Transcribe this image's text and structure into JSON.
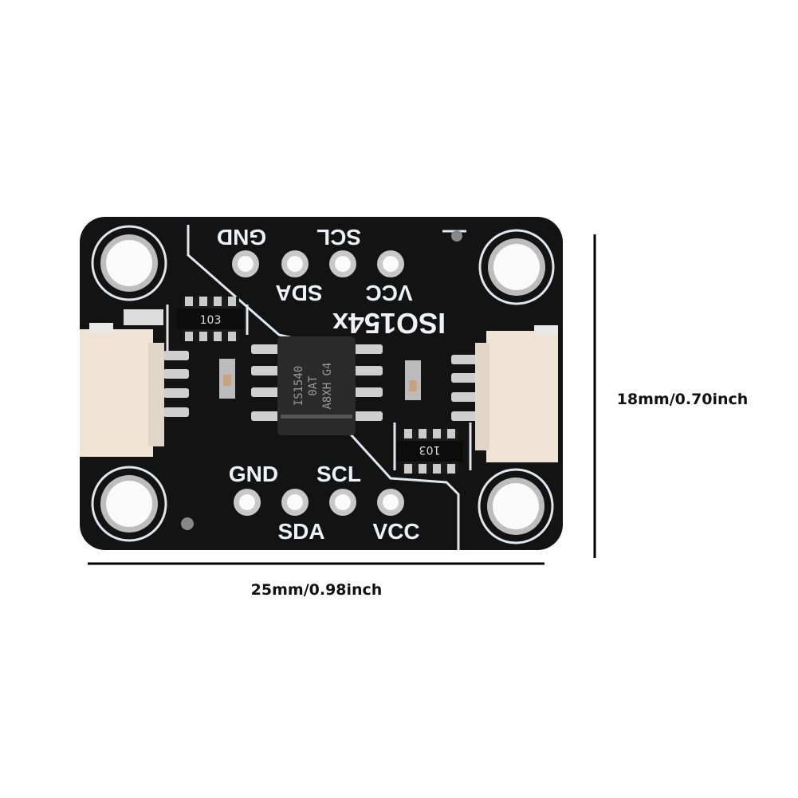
{
  "board": {
    "title": "ISO154x",
    "top_pins": [
      "GND",
      "SCL",
      "SDA",
      "VCC"
    ],
    "bottom_pins": [
      "GND",
      "SCL",
      "SDA",
      "VCC"
    ],
    "resistor_label": "103",
    "chip_lines": [
      "IS1540",
      "0AT",
      "A8XH G4"
    ],
    "colors": {
      "pcb": "#111111",
      "silkscreen": "#eef2f6",
      "connector": "#efe3d6",
      "pad": "#c8c8c8"
    }
  },
  "dimensions": {
    "width_label": "25mm/0.98inch",
    "height_label": "18mm/0.70inch"
  }
}
